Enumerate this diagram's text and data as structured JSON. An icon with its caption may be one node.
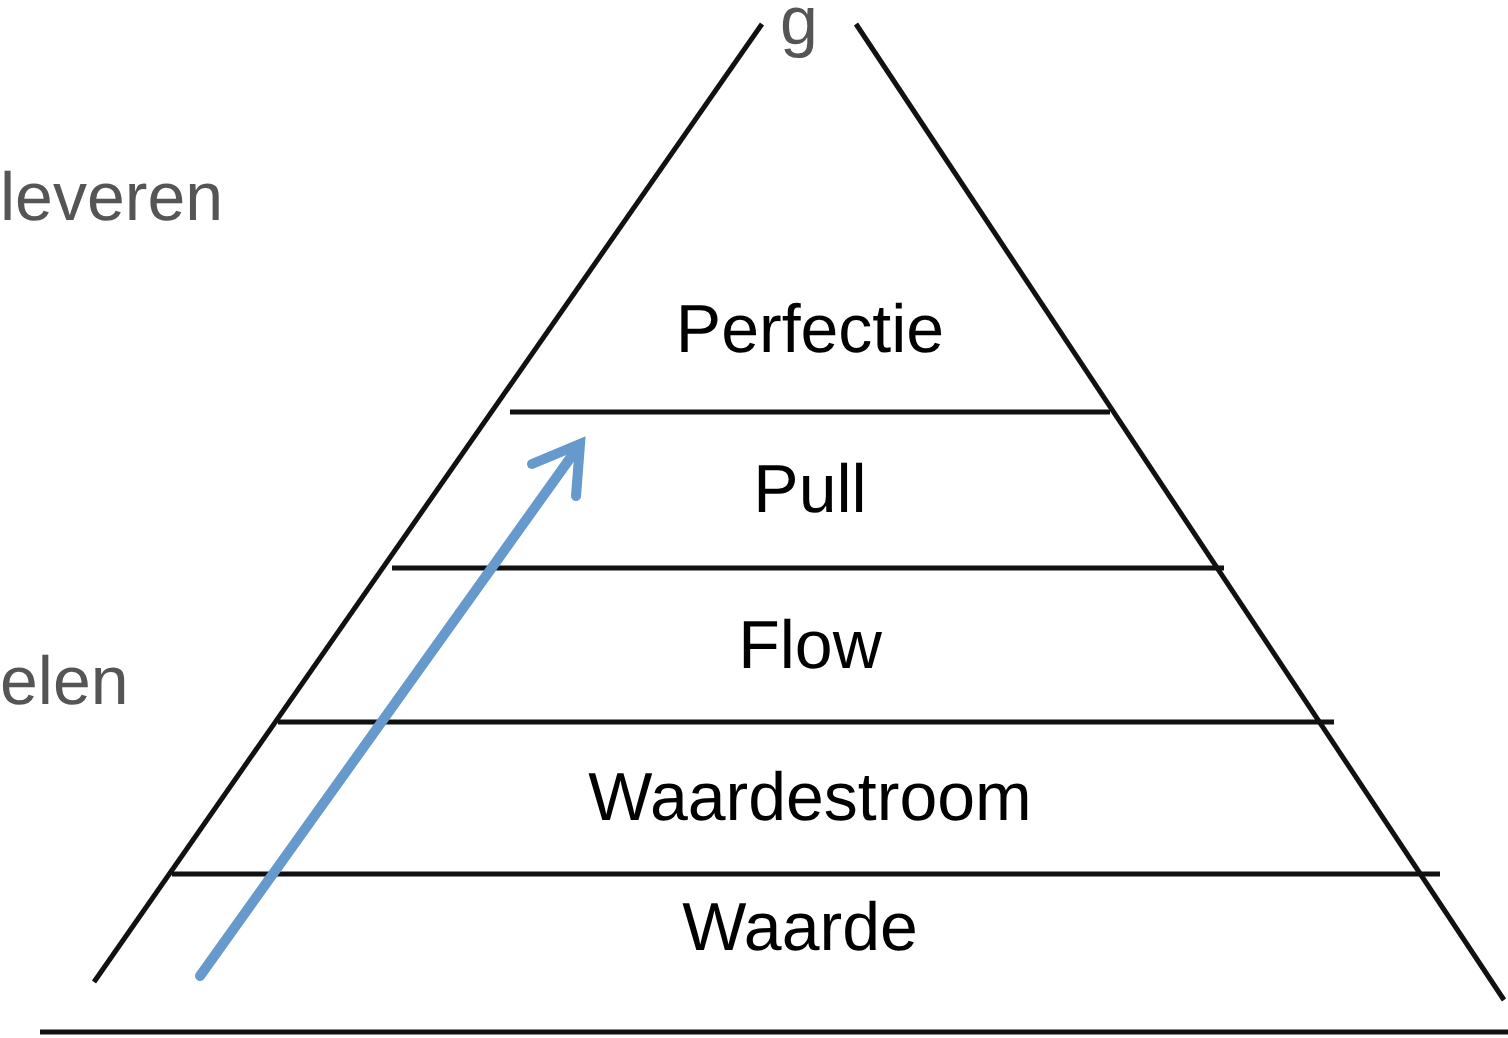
{
  "diagram": {
    "nodes": [
      {
        "text": [
          "Perfectie"
        ]
      },
      {
        "text": [
          "Pull"
        ]
      },
      {
        "text": [
          "Flow"
        ]
      },
      {
        "text": [
          "Waardestroom"
        ]
      },
      {
        "text": [
          "Waarde"
        ]
      }
    ],
    "labels": [
      "g",
      "leveren",
      "elen"
    ]
  }
}
